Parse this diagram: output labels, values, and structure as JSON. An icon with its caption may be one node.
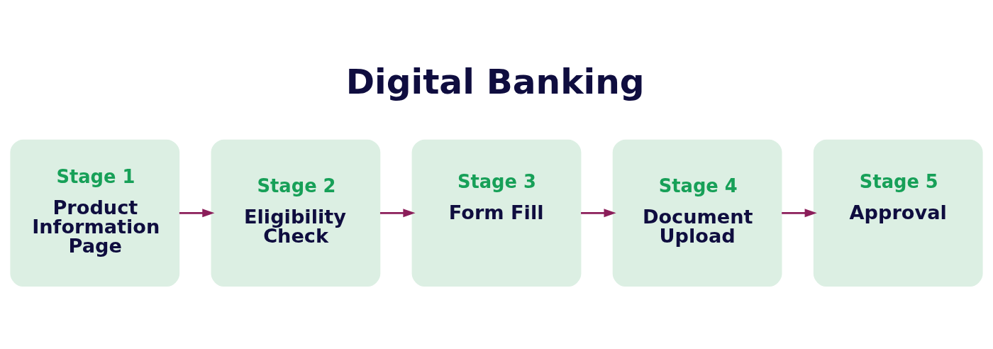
{
  "diagram": {
    "title": "Digital Banking",
    "nodes": [
      {
        "text": [
          "Stage 1",
          "Product Information Page"
        ]
      },
      {
        "text": [
          "Stage 2",
          "Eligibility Check"
        ]
      },
      {
        "text": [
          "Stage 3",
          "Form Fill"
        ]
      },
      {
        "text": [
          "Stage 4",
          "Document Upload"
        ]
      },
      {
        "text": [
          "Stage 5",
          "Approval"
        ]
      }
    ],
    "edges": [
      {
        "from": 0,
        "to": 1,
        "arrow": "to"
      },
      {
        "from": 1,
        "to": 2,
        "arrow": "to"
      },
      {
        "from": 2,
        "to": 3,
        "arrow": "to"
      },
      {
        "from": 3,
        "to": 4,
        "arrow": "to"
      }
    ]
  }
}
